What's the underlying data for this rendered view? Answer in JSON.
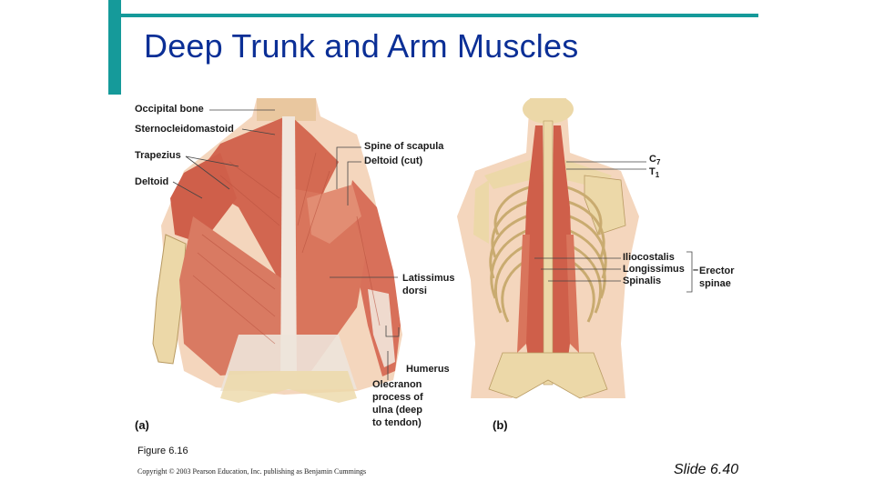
{
  "title": "Deep Trunk and Arm Muscles",
  "colors": {
    "accent": "#159a9a",
    "title": "#0b2f96",
    "muscle": "#d8705a",
    "bone": "#ecd8a8",
    "skin": "#f4d6bd"
  },
  "panel_a": {
    "label": "(a)",
    "labels_left": [
      "Occipital bone",
      "Sternocleidomastoid",
      "Trapezius",
      "Deltoid"
    ],
    "labels_right": [
      "Spine of scapula",
      "Deltoid (cut)",
      "Latissimus",
      "dorsi",
      "Humerus",
      "Olecranon",
      "process of",
      "ulna (deep",
      "to tendon)"
    ]
  },
  "panel_b": {
    "label": "(b)",
    "vertebra_c": "C",
    "vertebra_c_sub": "7",
    "vertebra_t": "T",
    "vertebra_t_sub": "1",
    "group_items": [
      "Iliocostalis",
      "Longissimus",
      "Spinalis"
    ],
    "group_name_1": "Erector",
    "group_name_2": "spinae",
    "group_dash": "–"
  },
  "caption": "Figure 6.16",
  "copyright": "Copyright © 2003 Pearson Education, Inc. publishing as Benjamin Cummings",
  "slide_number": "Slide 6.40"
}
